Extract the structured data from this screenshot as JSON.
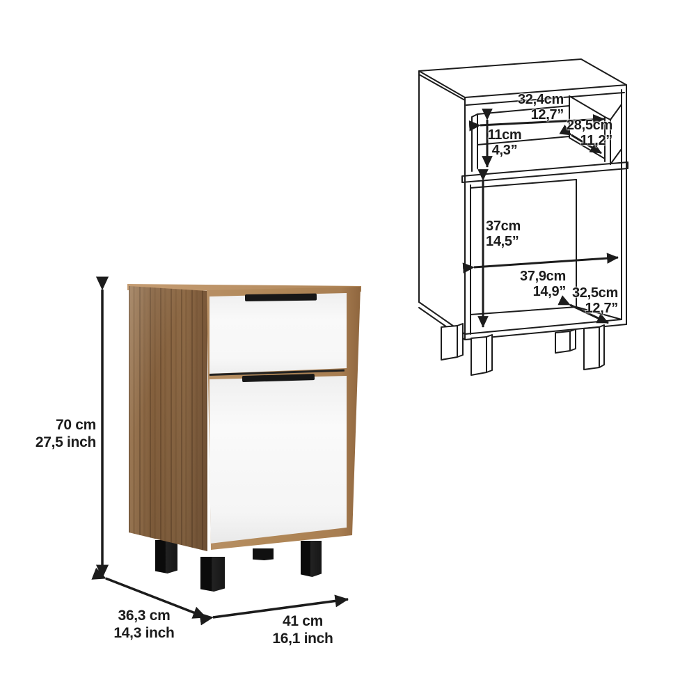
{
  "diagram": {
    "description": "Nightstand dimension diagram: rendered cabinet with overall dimensions and wireframe drawing with interior dimensions",
    "background_color": "#ffffff",
    "line_color": "#1c1c1c",
    "colors": {
      "oak_frame": "#b18858",
      "walnut_side": "#84603d",
      "front_panels": "#f7f7f7",
      "legs": "#141414",
      "handles": "#171717"
    }
  },
  "render_view": {
    "height": {
      "cm": "70 cm",
      "inch": "27,5 inch"
    },
    "depth": {
      "cm": "36,3 cm",
      "inch": "14,3 inch"
    },
    "width": {
      "cm": "41 cm",
      "inch": "16,1 inch"
    }
  },
  "wireframe_view": {
    "niche_width": {
      "cm": "32,4cm",
      "inch": "12,7”"
    },
    "niche_depth": {
      "cm": "28,5cm",
      "inch": "11,2”"
    },
    "niche_height": {
      "cm": "11cm",
      "inch": "4,3”"
    },
    "inner_height": {
      "cm": "37cm",
      "inch": "14,5”"
    },
    "inner_width": {
      "cm": "37,9cm",
      "inch": "14,9”"
    },
    "base_depth": {
      "cm": "32,5cm",
      "inch": "12,7”"
    }
  }
}
